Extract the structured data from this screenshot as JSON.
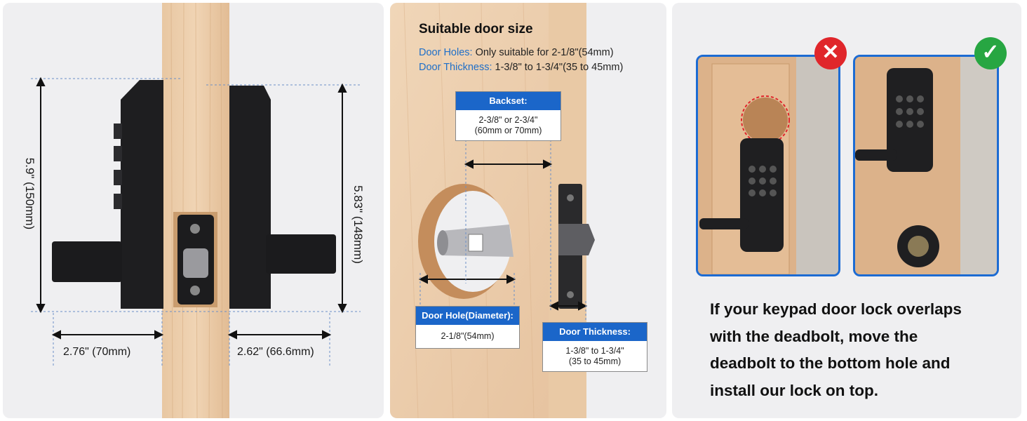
{
  "panel_dimensions": {
    "left_height": "5.9\" (150mm)",
    "right_height": "5.83\" (148mm)",
    "left_depth": "2.76\" (70mm)",
    "right_depth": "2.62\" (66.6mm)"
  },
  "panel_door_size": {
    "title": "Suitable door size",
    "door_holes_label": "Door Holes:",
    "door_holes_value": "Only suitable for 2-1/8\"(54mm)",
    "door_thickness_label": "Door Thickness:",
    "door_thickness_value": "1-3/8\" to 1-3/4\"(35 to 45mm)",
    "backset": {
      "title": "Backset:",
      "value": "2-3/8\" or 2-3/4\"\n(60mm or 70mm)"
    },
    "door_hole": {
      "title": "Door Hole(Diameter):",
      "value": "2-1/8\"(54mm)"
    },
    "thickness_box": {
      "title": "Door Thickness:",
      "value": "1-3/8\" to 1-3/4\"\n(35 to 45mm)"
    }
  },
  "panel_advice": {
    "wrong_icon": "x-mark-icon",
    "right_icon": "check-mark-icon",
    "wrong_color": "#e0262b",
    "right_color": "#27a642",
    "text": "If your keypad door lock overlaps\nwith the deadbolt, move the\ndeadbolt to the bottom hole and\ninstall our lock on top."
  }
}
